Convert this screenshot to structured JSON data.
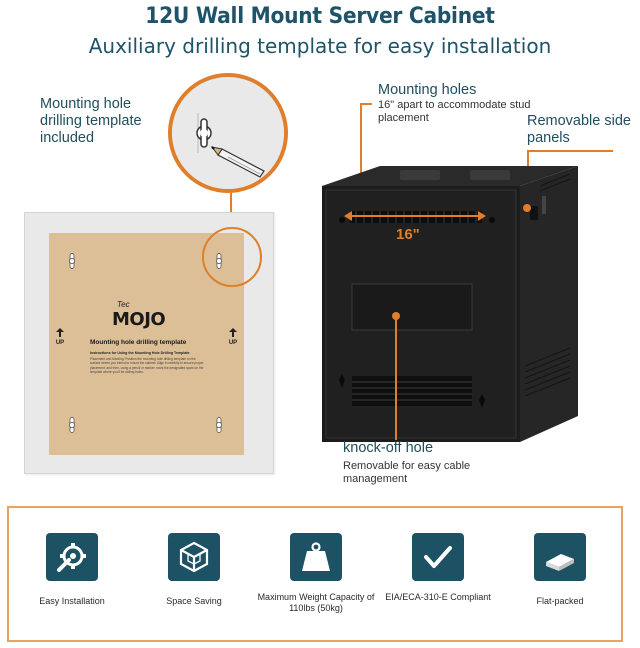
{
  "header": {
    "title": "12U Wall Mount Server Cabinet",
    "subtitle": "Auxiliary drilling template for easy installation"
  },
  "callouts": {
    "template_included": "Mounting hole drilling template included",
    "mounting_holes_title": "Mounting holes",
    "mounting_holes_desc": "16\" apart to accommodate stud placement",
    "side_panels": "Removable side panels",
    "knockoff_title": "knock-off hole",
    "knockoff_desc": "Removable for easy cable management",
    "dimension": "16\""
  },
  "template": {
    "logo_small": "Tec",
    "logo_main": "MOJO",
    "heading": "Mounting hole drilling template",
    "instructions_title": "Instructions for Using the Mounting Hole Drilling Template",
    "instructions_body": "Placement and Marking: Position the mounting hole drilling template on the surface where you intend to mount the cabinet. Align it carefully to ensure proper placement, and then, using a pencil or marker, mark the designated spots on the template where you'll be drilling holes.",
    "up_label": "UP"
  },
  "features": [
    {
      "icon": "wrench-gear-icon",
      "label": "Easy Installation"
    },
    {
      "icon": "cube-icon",
      "label": "Space Saving"
    },
    {
      "icon": "weight-icon",
      "label": "Maximum Weight Capacity of 110lbs (50kg)"
    },
    {
      "icon": "checkmark-icon",
      "label": "EIA/ECA-310-E Compliant"
    },
    {
      "icon": "box-icon",
      "label": "Flat-packed"
    }
  ],
  "colors": {
    "accent": "#e07f2b",
    "brand": "#1d5164",
    "template_paper": "#dcbf97"
  }
}
